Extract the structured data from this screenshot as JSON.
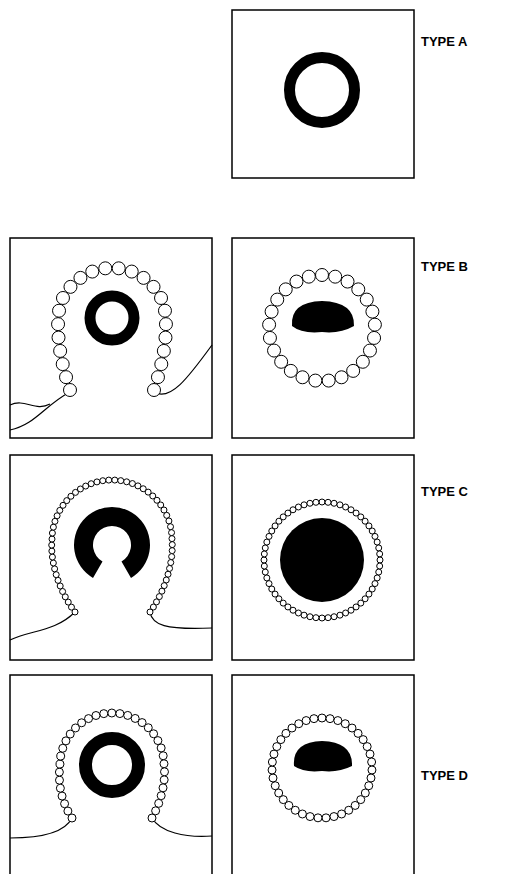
{
  "diagram": {
    "labels": [
      "TYPE A",
      "TYPE B",
      "TYPE C",
      "TYPE D"
    ]
  }
}
